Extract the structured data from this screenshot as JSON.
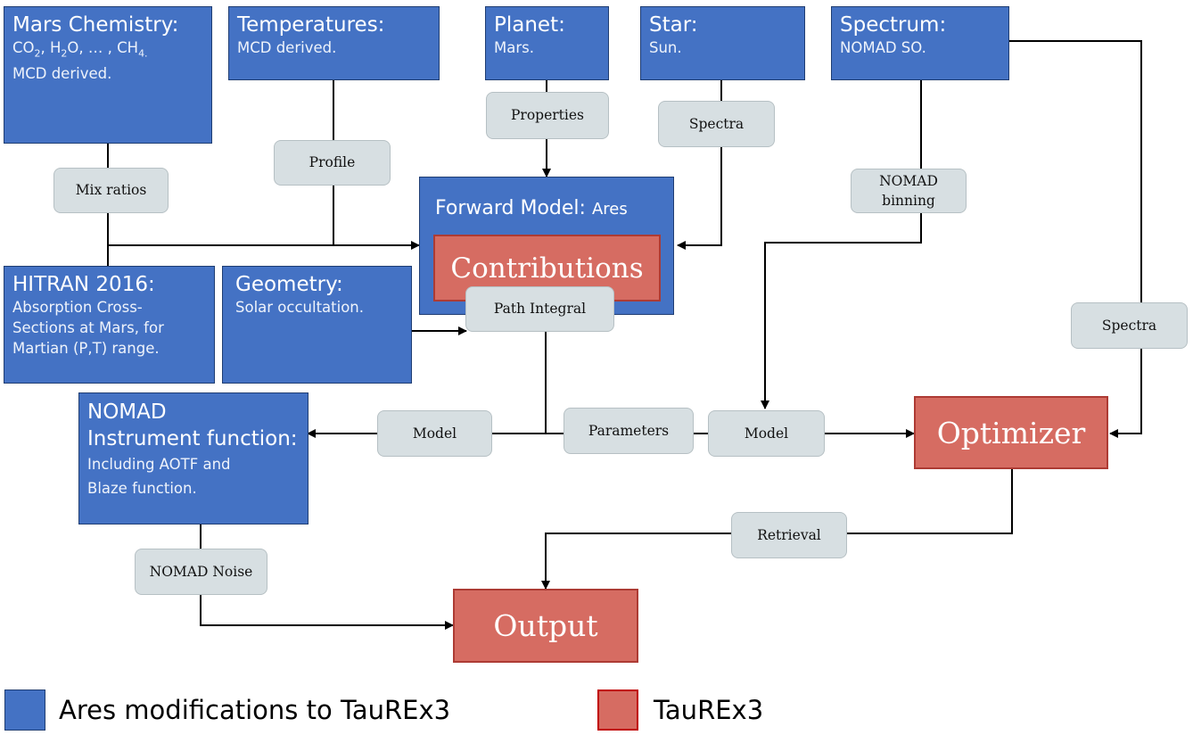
{
  "boxes": {
    "mars_chemistry": {
      "title": "Mars Chemistry:",
      "formula_parts": [
        "CO",
        "2",
        ", H",
        "2",
        "O, … , CH",
        "4.",
        "MCD derived."
      ]
    },
    "temperatures": {
      "title": "Temperatures:",
      "sub": "MCD derived."
    },
    "planet": {
      "title": "Planet:",
      "sub": "Mars."
    },
    "star": {
      "title": "Star:",
      "sub": "Sun."
    },
    "spectrum": {
      "title": "Spectrum:",
      "sub": "NOMAD SO."
    },
    "forward_model": {
      "title": "Forward Model:",
      "title_suffix": "Ares"
    },
    "hitran": {
      "title": "HITRAN 2016:",
      "lines": [
        "Absorption Cross-",
        "Sections at Mars, for",
        "Martian (P,T) range."
      ]
    },
    "geometry": {
      "title": "Geometry:",
      "sub": "Solar occultation."
    },
    "nomad_instrument": {
      "title_lines": [
        "NOMAD",
        "Instrument function:"
      ],
      "lines": [
        "Including AOTF and",
        "Blaze function."
      ]
    }
  },
  "red_boxes": {
    "contributions": "Contributions",
    "optimizer": "Optimizer",
    "output": "Output"
  },
  "pills": {
    "mix_ratios": "Mix ratios",
    "profile": "Profile",
    "properties": "Properties",
    "spectra_star": "Spectra",
    "nomad_binning": [
      "NOMAD",
      "binning"
    ],
    "spectra_right": "Spectra",
    "path_integral": "Path Integral",
    "model_left": "Model",
    "parameters": "Parameters",
    "model_right": "Model",
    "retrieval": "Retrieval",
    "nomad_noise": "NOMAD Noise"
  },
  "legend": {
    "ares_label": "Ares modifications to TauREx3",
    "taurex_label": "TauREx3",
    "ares_color": "#4472c4",
    "taurex_color": "#d66c62"
  },
  "colors": {
    "ares_blue": "#4472c4",
    "taurex_red": "#d66c62",
    "label_grey": "#d7dfe2"
  }
}
